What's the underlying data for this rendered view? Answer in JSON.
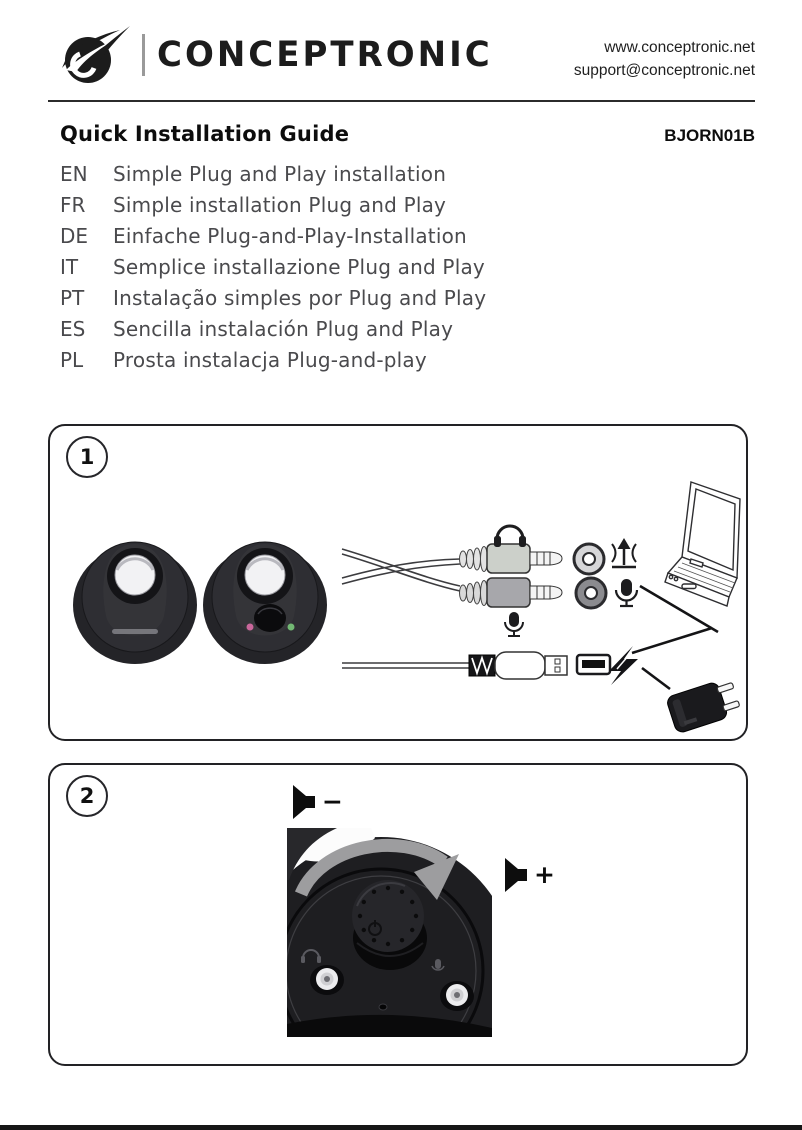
{
  "header": {
    "brand": "CONCEPTRONIC",
    "website": "www.conceptronic.net",
    "email": "support@conceptronic.net"
  },
  "title": {
    "heading": "Quick Installation Guide",
    "model": "BJORN01B"
  },
  "languages": [
    {
      "code": "EN",
      "text": "Simple Plug and Play installation"
    },
    {
      "code": "FR",
      "text": "Simple installation Plug and Play"
    },
    {
      "code": "DE",
      "text": "Einfache Plug-and-Play-Installation"
    },
    {
      "code": "IT",
      "text": "Semplice installazione Plug and Play"
    },
    {
      "code": "PT",
      "text": "Instalação simples por Plug and Play"
    },
    {
      "code": "ES",
      "text": "Sencilla instalación Plug and Play"
    },
    {
      "code": "PL",
      "text": "Prosta instalacja Plug-and-play"
    }
  ],
  "steps": [
    {
      "number": "1"
    },
    {
      "number": "2"
    }
  ],
  "step2": {
    "volume_down_sign": "−",
    "volume_up_sign": "+"
  },
  "icons": {
    "logo": "conceptronic-swoosh",
    "step1": [
      "headphones-icon",
      "microphone-icon",
      "line-out-icon",
      "mic-in-icon",
      "usb-port-icon",
      "lightning-icon",
      "laptop-icon",
      "power-adapter-icon"
    ],
    "step2": [
      "volume-down-icon",
      "volume-up-icon",
      "rotate-clockwise-arrow-icon",
      "power-symbol-icon"
    ]
  },
  "colors": {
    "led_left": "#c9679b",
    "led_right": "#72b873",
    "arrow_gray": "#9d9d9f",
    "page_bar": "#161616"
  }
}
